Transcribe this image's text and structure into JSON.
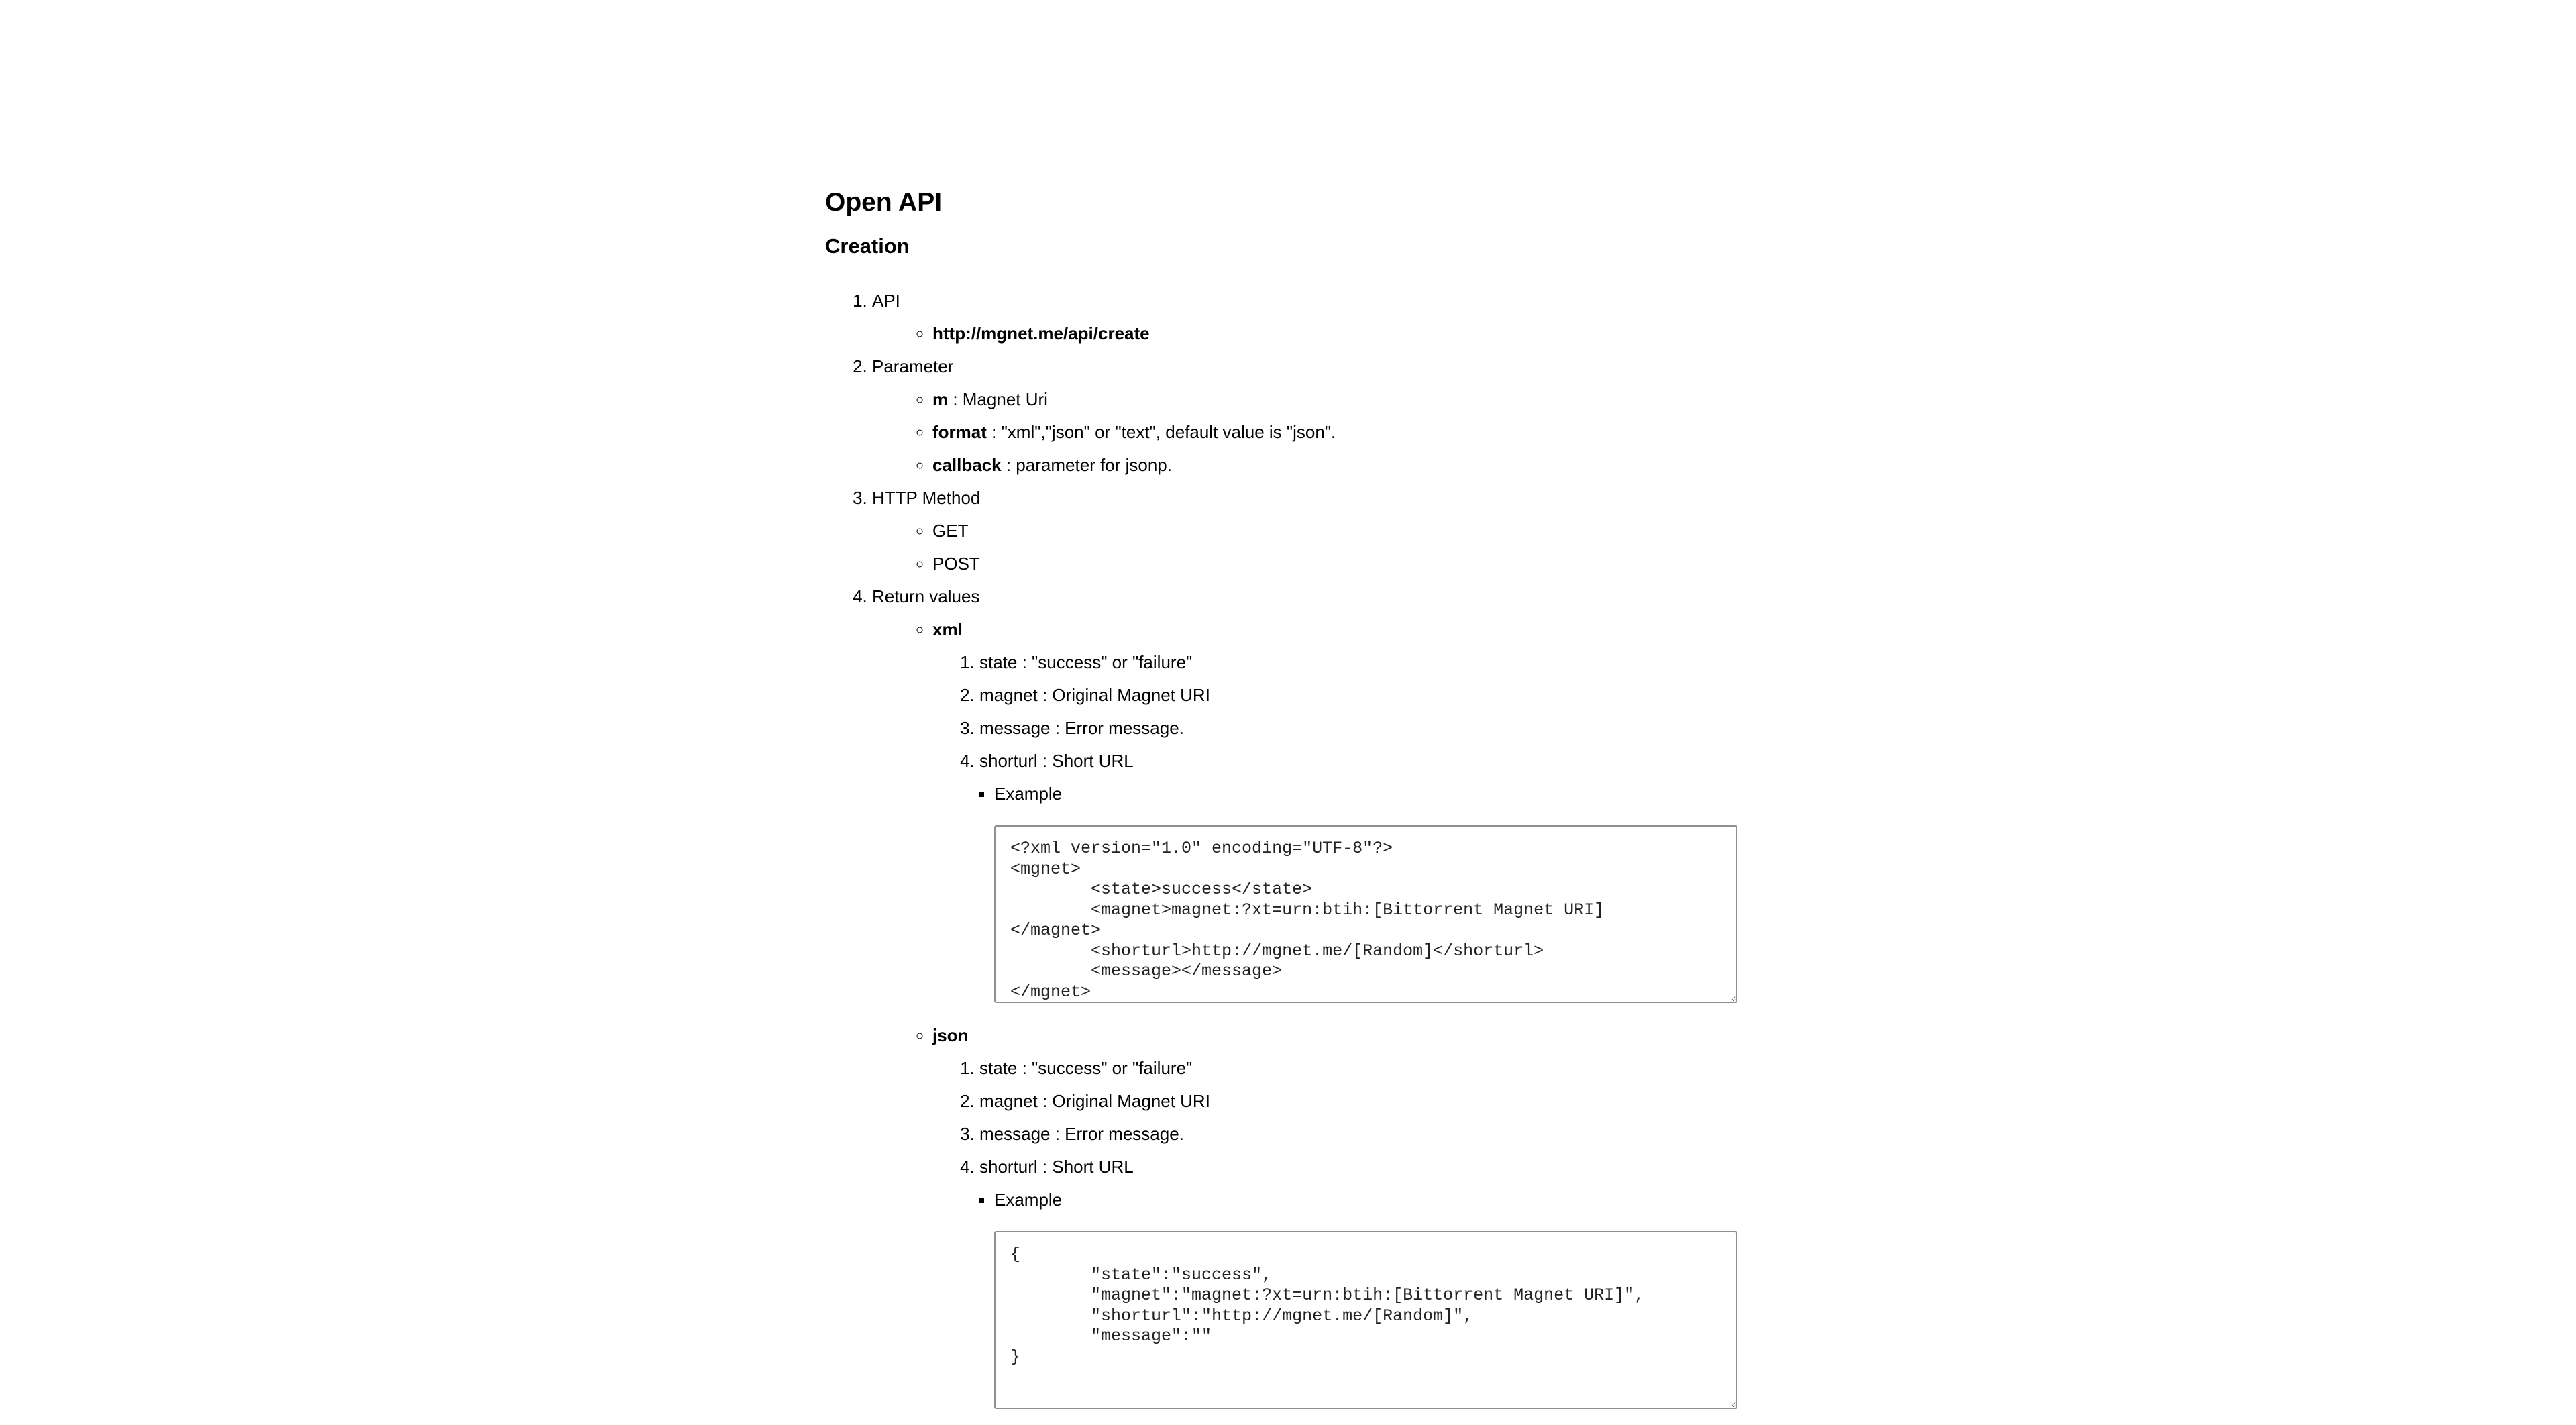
{
  "title": "Open API",
  "subtitle": "Creation",
  "api": {
    "label": "API",
    "url": "http://mgnet.me/api/create"
  },
  "parameter": {
    "label": "Parameter",
    "items": [
      {
        "name": "m",
        "desc": " : Magnet Uri"
      },
      {
        "name": "format",
        "desc": " : \"xml\",\"json\" or \"text\", default value is \"json\"."
      },
      {
        "name": "callback",
        "desc": " : parameter for jsonp."
      }
    ]
  },
  "method": {
    "label": "HTTP Method",
    "items": [
      "GET",
      "POST"
    ]
  },
  "returns": {
    "label": "Return values",
    "xml": {
      "name": "xml",
      "fields": [
        "state : \"success\" or \"failure\"",
        "magnet : Original Magnet URI",
        "message : Error message.",
        "shorturl : Short URL"
      ],
      "example_label": "Example",
      "example_code": "<?xml version=\"1.0\" encoding=\"UTF-8\"?>\n<mgnet>\n        <state>success</state>\n        <magnet>magnet:?xt=urn:btih:[Bittorrent Magnet URI]\n</magnet>\n        <shorturl>http://mgnet.me/[Random]</shorturl>\n        <message></message>\n</mgnet>"
    },
    "json": {
      "name": "json",
      "fields": [
        "state : \"success\" or \"failure\"",
        "magnet : Original Magnet URI",
        "message : Error message.",
        "shorturl : Short URL"
      ],
      "example_label": "Example",
      "example_code": "{\n        \"state\":\"success\",\n        \"magnet\":\"magnet:?xt=urn:btih:[Bittorrent Magnet URI]\",\n        \"shorturl\":\"http://mgnet.me/[Random]\",\n        \"message\":\"\"\n}"
    }
  }
}
